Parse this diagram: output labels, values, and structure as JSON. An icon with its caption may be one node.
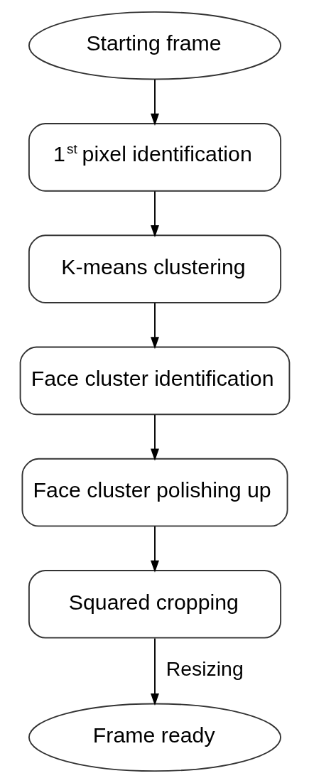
{
  "diagram": {
    "nodes": [
      {
        "text": [
          "Starting frame"
        ]
      },
      {
        "text": [
          "1$^{st}$ pixel identification"
        ]
      },
      {
        "text": [
          "K-means clustering"
        ]
      },
      {
        "text": [
          "Face cluster identification"
        ]
      },
      {
        "text": [
          "Face cluster polishing up"
        ]
      },
      {
        "text": [
          "Squared cropping"
        ]
      },
      {
        "text": [
          "Frame ready"
        ]
      }
    ],
    "edges": [
      {
        "from": 0,
        "to": 1,
        "arrow": "to"
      },
      {
        "from": 1,
        "to": 2,
        "arrow": "to"
      },
      {
        "from": 2,
        "to": 3,
        "arrow": "to"
      },
      {
        "from": 3,
        "to": 4,
        "arrow": "to"
      },
      {
        "from": 4,
        "to": 5,
        "arrow": "to"
      },
      {
        "from": 5,
        "to": 6,
        "arrow": "to",
        "label": "Resizing"
      }
    ]
  }
}
